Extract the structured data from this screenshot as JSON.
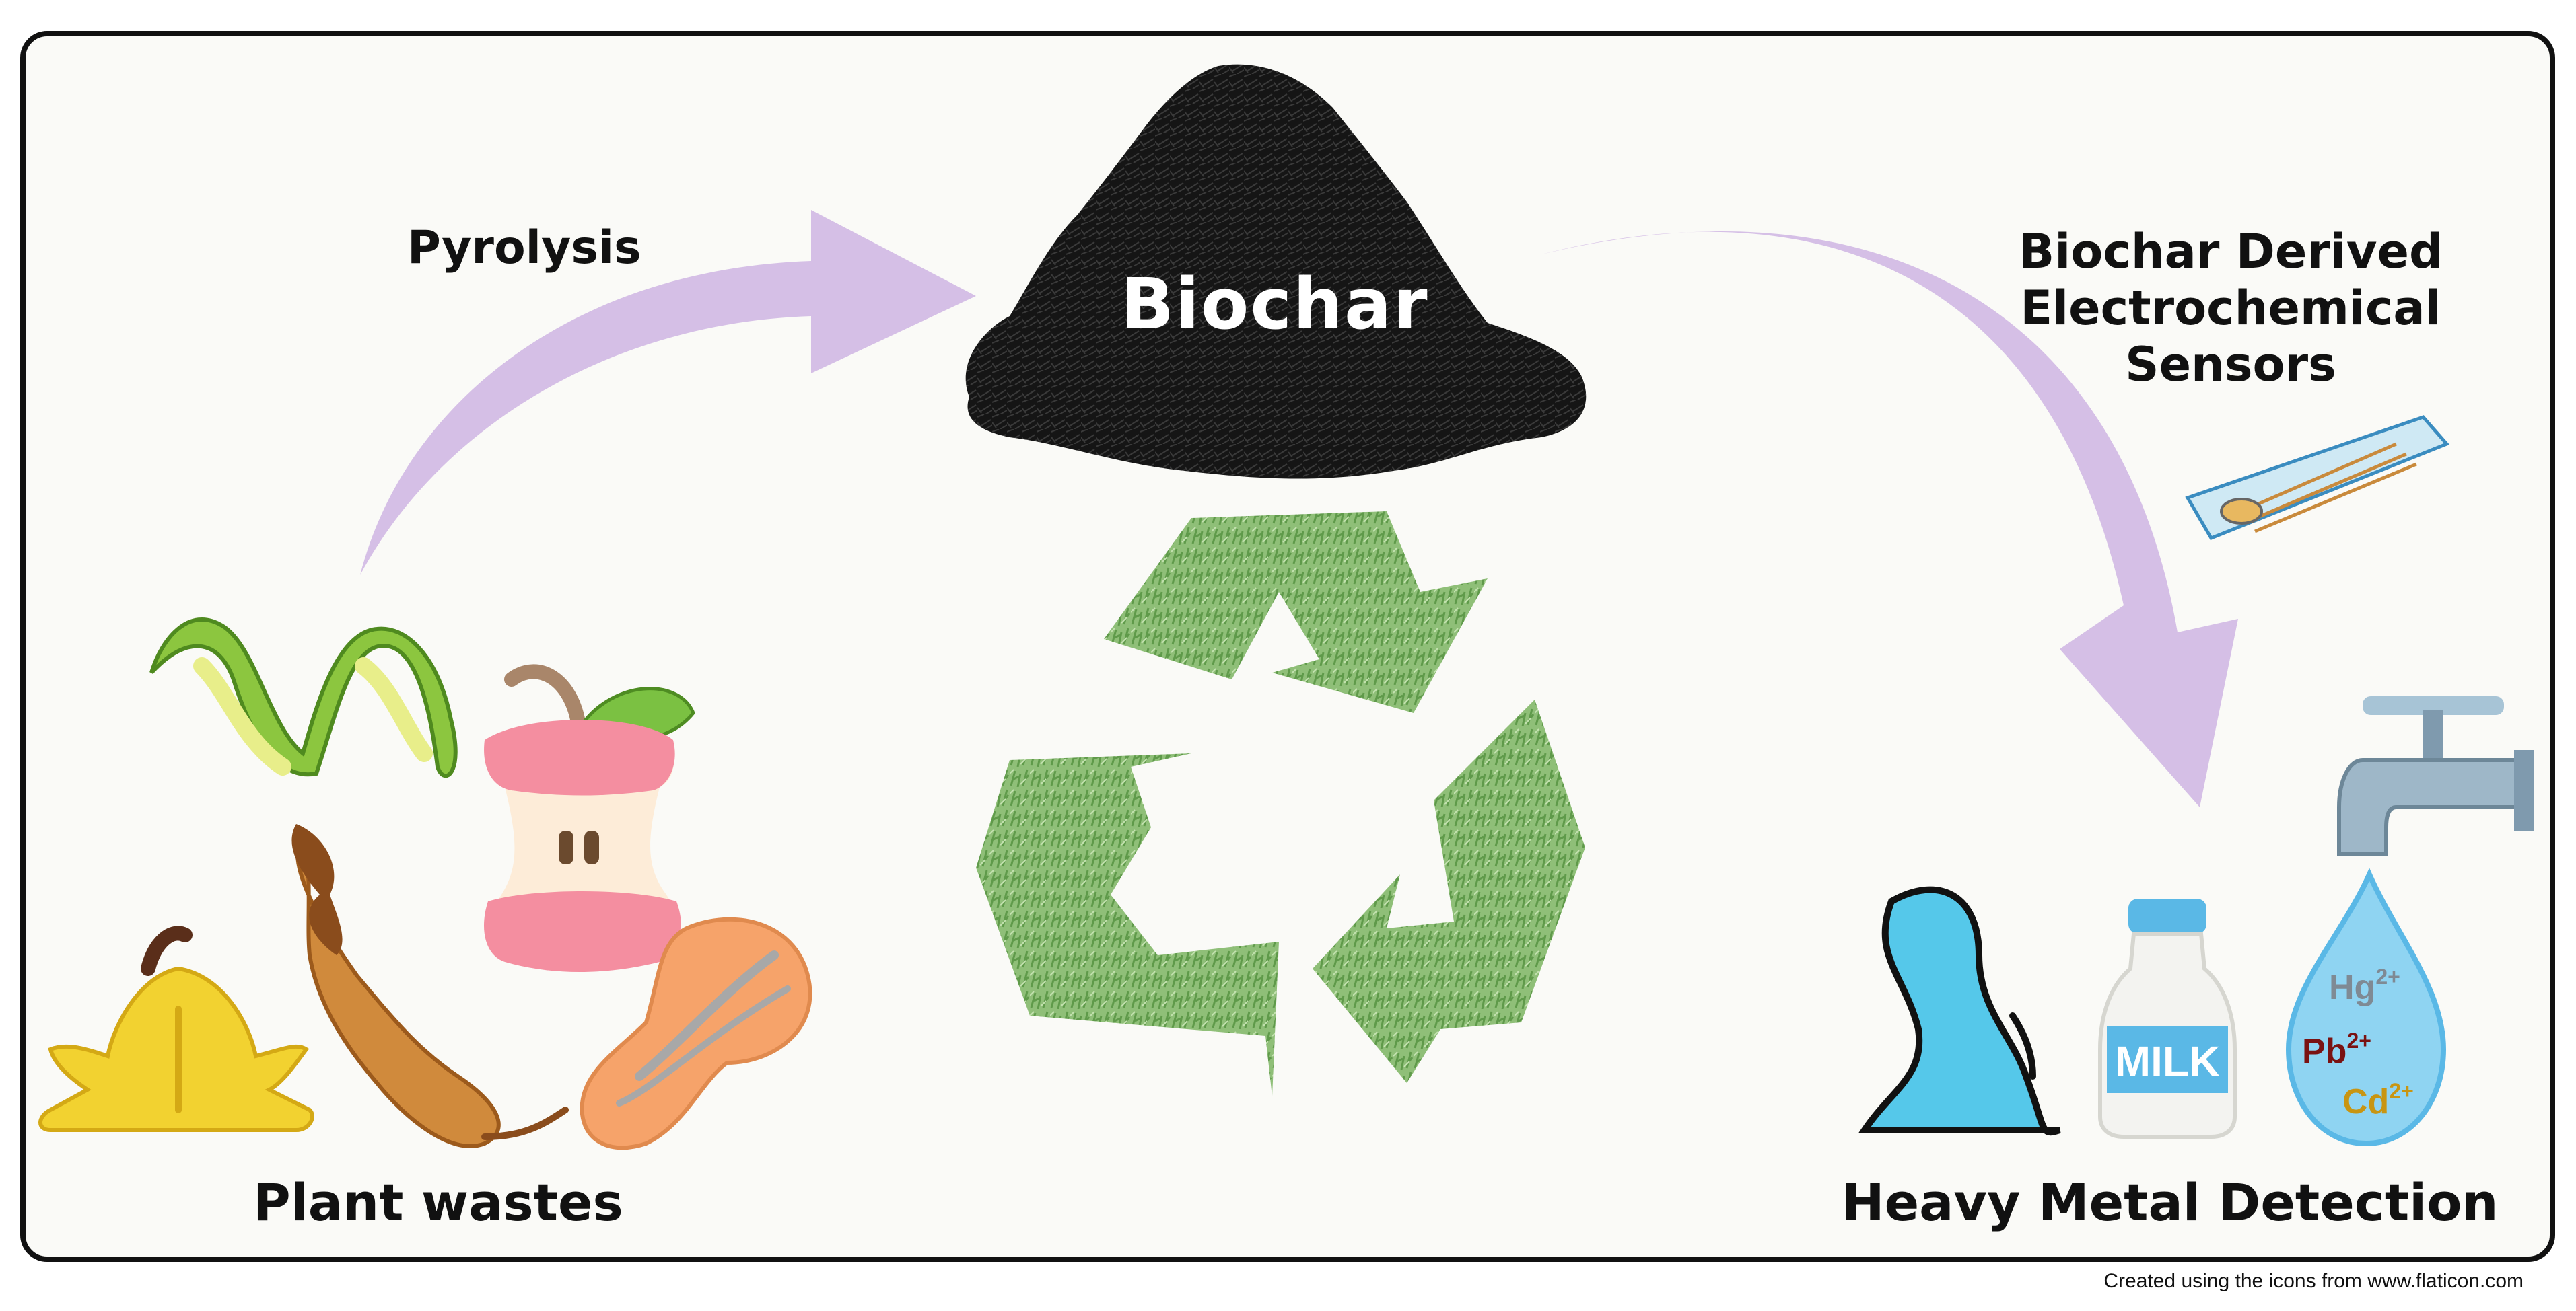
{
  "labels": {
    "pyrolysis": "Pyrolysis",
    "biochar": "Biochar",
    "sensor_line1": "Biochar Derived",
    "sensor_line2": "Electrochemical",
    "sensor_line3": "Sensors",
    "plant_wastes": "Plant wastes",
    "heavy_metal": "Heavy Metal Detection"
  },
  "ions": {
    "hg": "Hg",
    "hg_charge": "2+",
    "pb": "Pb",
    "pb_charge": "2+",
    "cd": "Cd",
    "cd_charge": "2+"
  },
  "milk_label": "MILK",
  "credit": "Created using the icons from www.flaticon.com",
  "colors": {
    "arrow": "#d5bfe6",
    "biochar": "#151515",
    "recycle": "#8fbf78",
    "water": "#55c8ea",
    "hg": "#7f8a94",
    "pb": "#7a1212",
    "cd": "#c89512"
  },
  "icons": [
    "lime-peel-icon",
    "apple-core-icon",
    "banana-peel-icon",
    "tamarind-icon",
    "peanut-icon",
    "recycle-icon",
    "biochar-pile-icon",
    "sensor-strip-icon",
    "faucet-icon",
    "river-icon",
    "milk-bottle-icon",
    "water-drop-icon"
  ]
}
